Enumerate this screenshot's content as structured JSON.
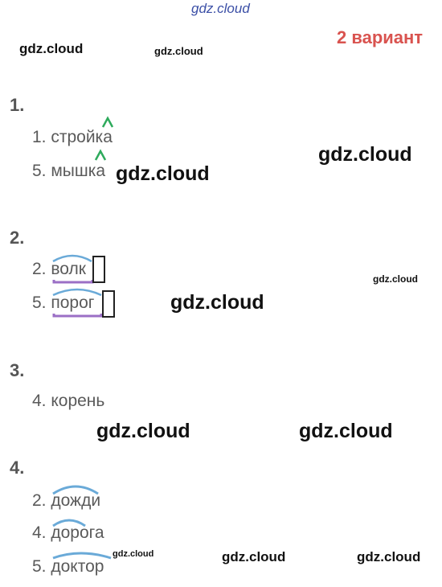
{
  "watermarks": {
    "top": "gdz.cloud",
    "w1": "gdz.cloud",
    "w2": "gdz.cloud",
    "w3": "gdz.cloud",
    "w4": "gdz.cloud",
    "w5": "gdz.cloud",
    "w6": "gdz.cloud",
    "w7": "gdz.cloud",
    "w8": "gdz.cloud",
    "w9": "gdz.cloud",
    "w10": "gdz.cloud",
    "w11": "gdz.cloud",
    "w12": "gdz.cloud"
  },
  "header": {
    "variant": "2 вариант"
  },
  "tasks": [
    {
      "number": "1.",
      "answers": [
        "1. стройка",
        "5. мышка"
      ]
    },
    {
      "number": "2.",
      "answers": [
        "2. волк",
        "5. порог"
      ]
    },
    {
      "number": "3.",
      "answers": [
        "4. корень"
      ]
    },
    {
      "number": "4.",
      "answers": [
        "2. дожди",
        "4. дорога",
        "5. доктор"
      ]
    }
  ],
  "colors": {
    "accent_red": "#d9534f",
    "stress_mark": "#2eaa5c",
    "root_arc": "#6aaad8",
    "base_line": "#9b6fc6",
    "ending_box": "#222222"
  }
}
